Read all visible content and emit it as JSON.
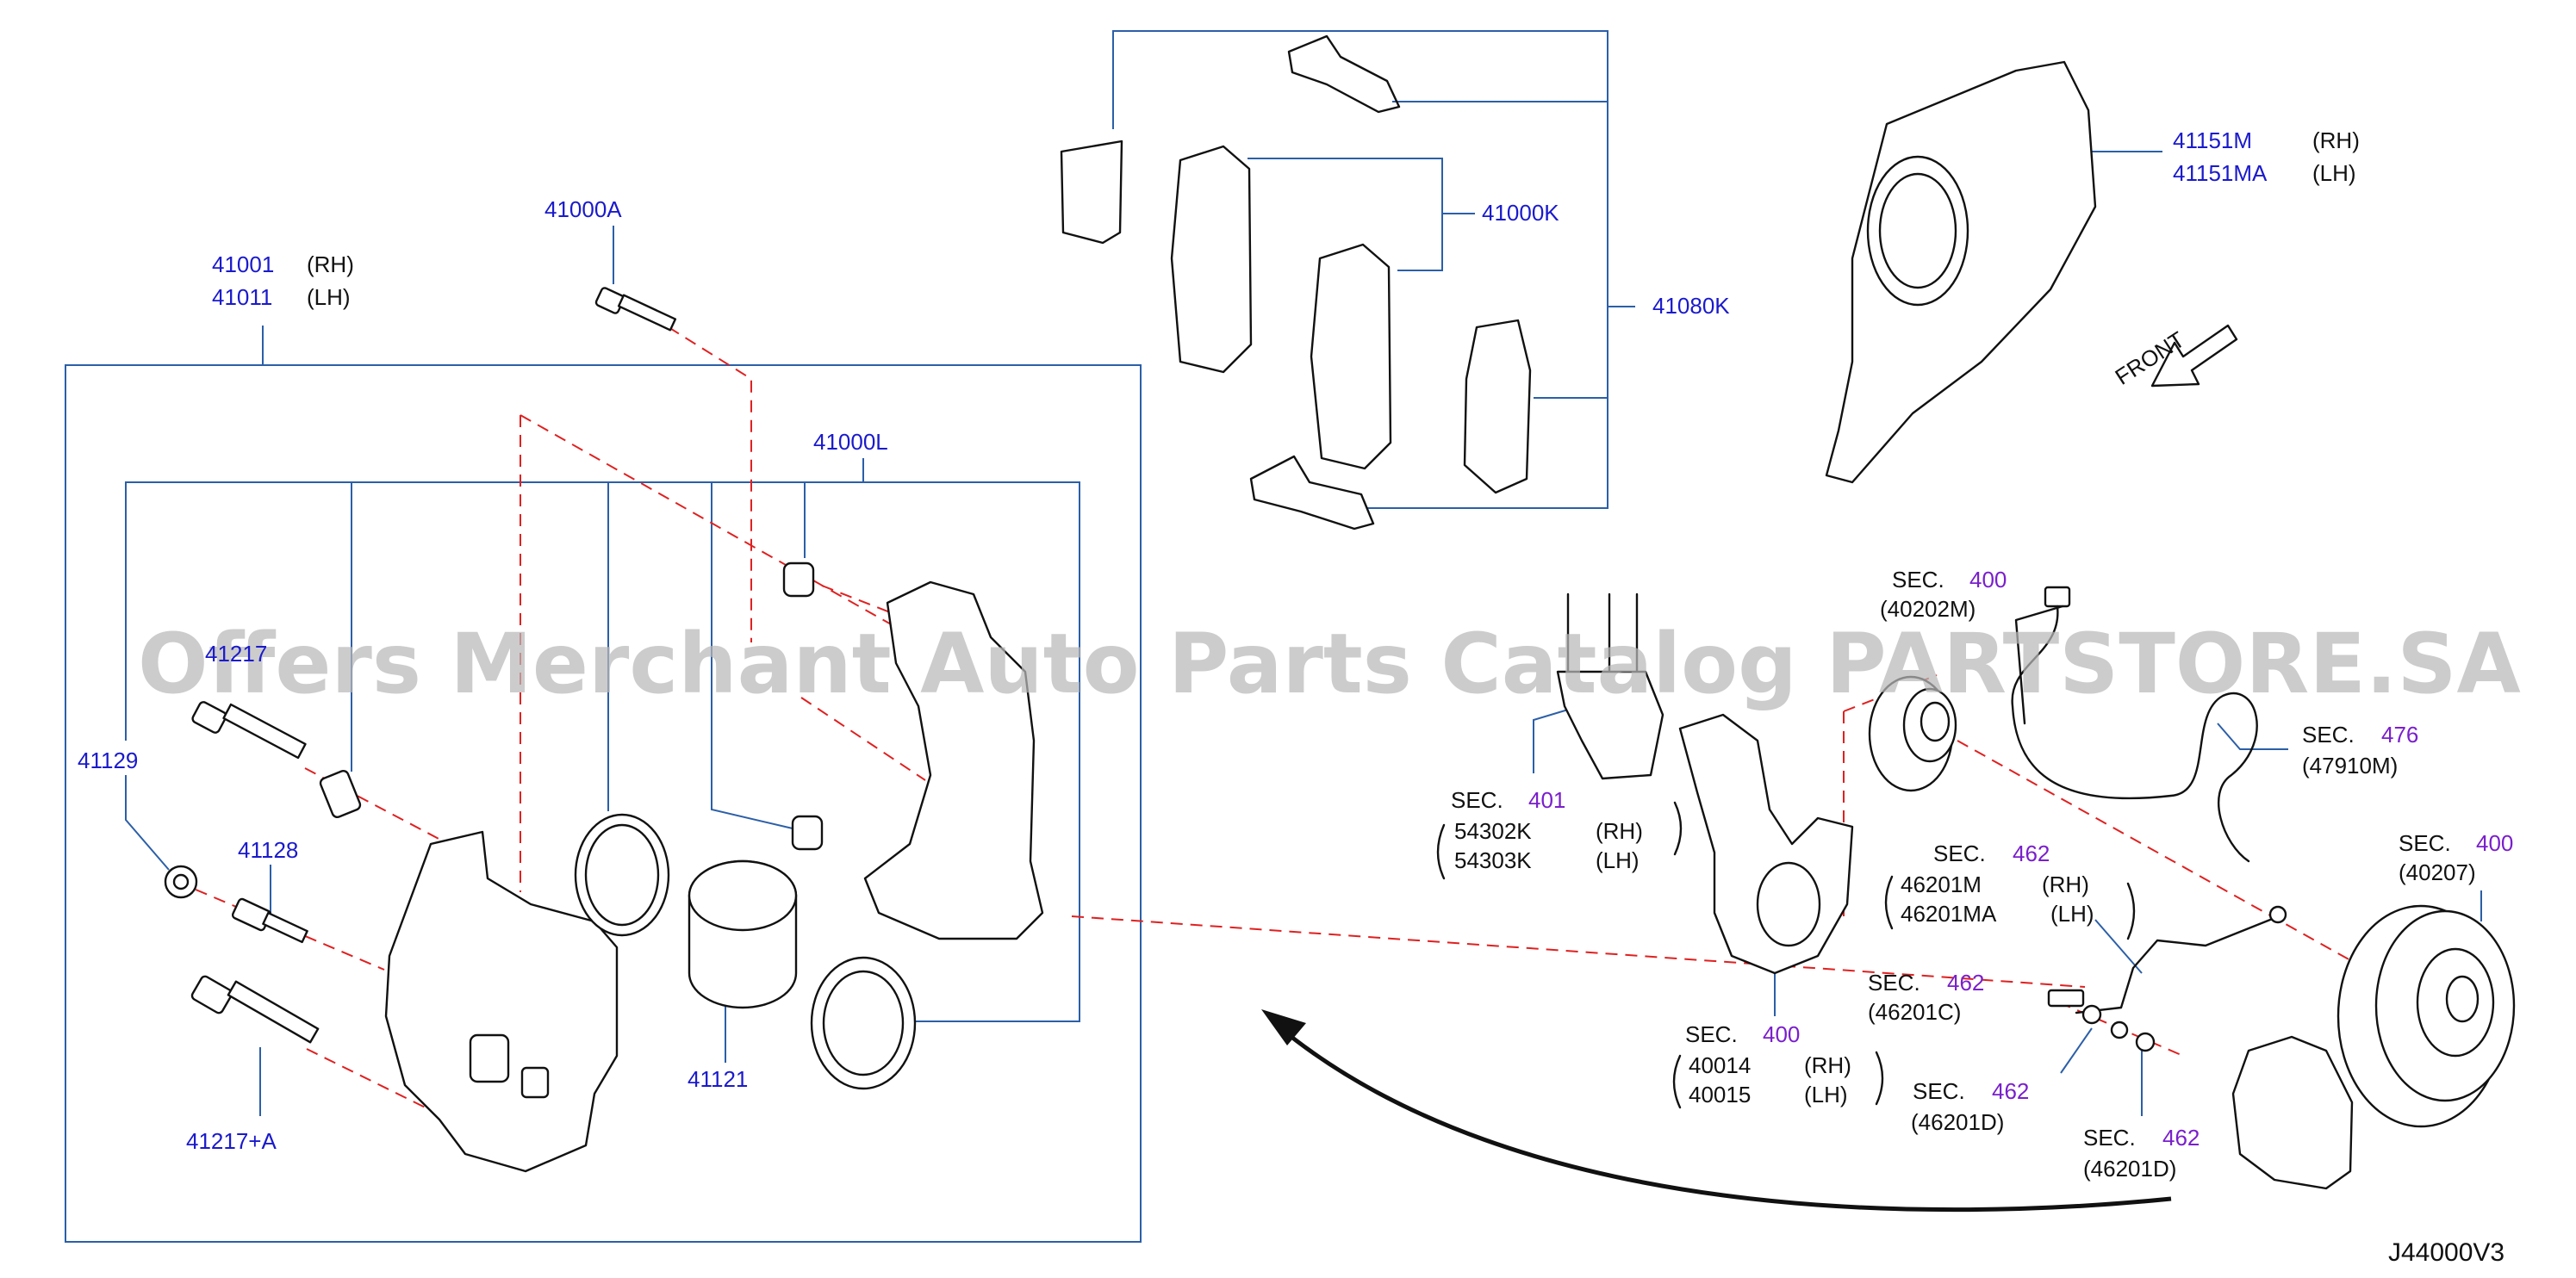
{
  "watermark": "Offers Merchant Auto Parts Catalog PARTSTORE.SA",
  "diagram_code": "J44000V3",
  "front_label": "FRONT",
  "sec_word": "SEC.",
  "labels": {
    "p41000A": "41000A",
    "p41001": "41001",
    "p41001_side": "(RH)",
    "p41011": "41011",
    "p41011_side": "(LH)",
    "p41000L": "41000L",
    "p41000K": "41000K",
    "p41080K": "41080K",
    "p41151M": "41151M",
    "p41151M_side": "(RH)",
    "p41151MA": "41151MA",
    "p41151MA_side": "(LH)",
    "p41129": "41129",
    "p41128": "41128",
    "p41121": "41121",
    "p41217A": "41217+A",
    "p41217_partial": "41217"
  },
  "sections": {
    "s400a": {
      "num": "400",
      "part": "(40202M)"
    },
    "s401": {
      "num": "401",
      "part1": "54302K",
      "side1": "(RH)",
      "part2": "54303K",
      "side2": "(LH)"
    },
    "s476": {
      "num": "476",
      "part": "(47910M)"
    },
    "s462a": {
      "num": "462",
      "part1": "46201M",
      "side1": "(RH)",
      "part2": "46201MA",
      "side2": "(LH)"
    },
    "s400b": {
      "num": "400",
      "part": "(40207)"
    },
    "s462b": {
      "num": "462",
      "part": "(46201C)"
    },
    "s400c": {
      "num": "400",
      "part1": "40014",
      "side1": "(RH)",
      "part2": "40015",
      "side2": "(LH)"
    },
    "s462c": {
      "num": "462",
      "part": "(46201D)"
    },
    "s462d": {
      "num": "462",
      "part": "(46201D)"
    }
  },
  "colors": {
    "part_number": "#1a1acc",
    "section_number": "#7a1fcc",
    "leader": "#2b5fa8",
    "dashed_line": "#e02020",
    "watermark": "#b9b9b9"
  }
}
